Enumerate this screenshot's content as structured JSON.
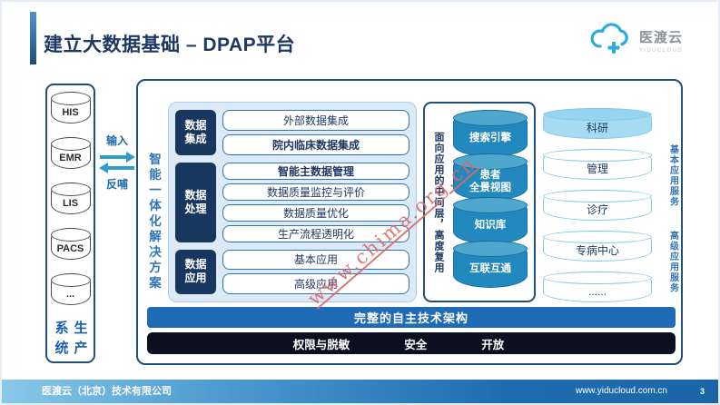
{
  "slide": {
    "title": "建立大数据基础 – DPAP平台"
  },
  "logo": {
    "name": "医渡云",
    "subname": "YIDUCLOUD"
  },
  "production": {
    "label": "生产系统",
    "systems": [
      "HIS",
      "EMR",
      "LIS",
      "PACS",
      "..."
    ]
  },
  "flows": {
    "input": "输入",
    "feedback": "反哺"
  },
  "solution": {
    "label": "智能一体化解决方案",
    "groups": [
      {
        "label": "数据集成",
        "items": [
          {
            "text": "外部数据集成",
            "bold": false
          },
          {
            "text": "院内临床数据集成",
            "bold": true
          }
        ]
      },
      {
        "label": "数据处理",
        "items": [
          {
            "text": "智能主数据管理",
            "bold": true
          },
          {
            "text": "数据质量监控与评价",
            "bold": false
          },
          {
            "text": "数据质量优化",
            "bold": false
          },
          {
            "text": "生产流程透明化",
            "bold": false
          }
        ]
      },
      {
        "label": "数据应用",
        "items": [
          {
            "text": "基本应用",
            "bold": false
          },
          {
            "text": "高级应用",
            "bold": false
          }
        ]
      }
    ]
  },
  "middleware": {
    "label": "面向应用的中间层，高度复用",
    "items": [
      "搜索引擎",
      "患者\n全景视图",
      "知识库",
      "互联互通"
    ]
  },
  "applications": {
    "basic_label": "基本应用服务",
    "advanced_label": "高级应用服务",
    "items": [
      {
        "text": "科研",
        "highlight": true
      },
      {
        "text": "管理",
        "highlight": false
      },
      {
        "text": "诊疗",
        "highlight": false
      },
      {
        "text": "专病中心",
        "highlight": false
      },
      {
        "text": "......",
        "highlight": false
      }
    ]
  },
  "architecture_bar": "完整的自主技术架构",
  "security_bar": [
    "权限与脱敏",
    "安全",
    "开放"
  ],
  "watermark": "www.chima.org.cn",
  "footer": {
    "company": "医渡云（北京）技术有限公司",
    "url": "www.yiducloud.com.cn",
    "page": "3"
  },
  "colors": {
    "title_navy": "#1F3864",
    "border_navy": "#1F4E79",
    "label_navy": "#17375E",
    "text_blue": "#2E75B6",
    "arrow_cyan": "#2E9EC9",
    "cylinder_blue": "#2189BE",
    "cylinder_lid_blue": "#4FA7CE",
    "panel_light_blue": "#DCEAF8",
    "disk_highlight": "#A7DBF2",
    "bar_blue": "#1F6BB5",
    "bar_black": "#0A101F",
    "watermark_red": "#D96A6A",
    "logo_blue": "#29ABE2"
  }
}
